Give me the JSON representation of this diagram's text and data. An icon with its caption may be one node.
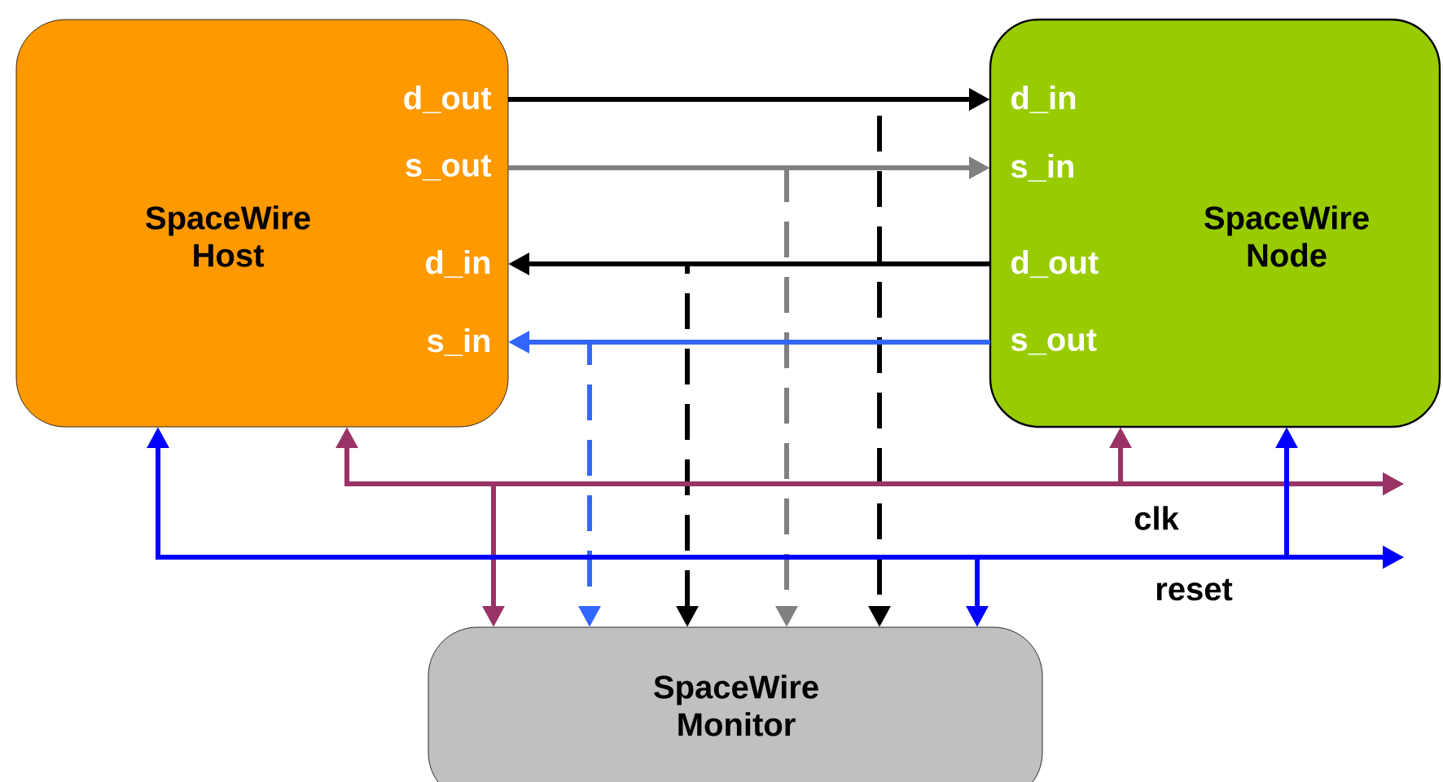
{
  "diagram": {
    "nodes": [
      {
        "text": [
          "SpaceWire Host"
        ]
      },
      {
        "text": [
          "d_out"
        ],
        "in": 0
      },
      {
        "text": [
          "s_out"
        ],
        "in": 0
      },
      {
        "text": [
          "d_in"
        ],
        "in": 0
      },
      {
        "text": [
          "s_in"
        ],
        "in": 0
      },
      {
        "text": [
          "SpaceWire Node"
        ]
      },
      {
        "text": [
          "d_in"
        ],
        "in": 5
      },
      {
        "text": [
          "s_in"
        ],
        "in": 5
      },
      {
        "text": [
          "d_out"
        ],
        "in": 5
      },
      {
        "text": [
          "s_out"
        ],
        "in": 5
      },
      {
        "text": [
          "SpaceWire Monitor"
        ]
      }
    ],
    "edges": [
      {
        "from": 1,
        "to": 6,
        "arrow": "to"
      },
      {
        "from": 1,
        "to": 10,
        "arrow": "to",
        "style": "dashed"
      },
      {
        "from": 2,
        "to": 7,
        "arrow": "to",
        "color": "#808080"
      },
      {
        "from": 2,
        "to": 10,
        "arrow": "to",
        "style": "dashed",
        "color": "#808080"
      },
      {
        "from": 8,
        "to": 3,
        "arrow": "to"
      },
      {
        "from": 8,
        "to": 10,
        "arrow": "to",
        "style": "dashed"
      },
      {
        "from": 9,
        "to": 4,
        "arrow": "to",
        "color": "#3366ff"
      },
      {
        "from": 9,
        "to": 10,
        "arrow": "to",
        "style": "dashed",
        "color": "#3366ff"
      },
      {
        "from": null,
        "to": 0,
        "arrow": "both",
        "color": "#993366"
      },
      {
        "from": null,
        "to": 5,
        "arrow": "both",
        "color": "#993366"
      },
      {
        "from": null,
        "to": 10,
        "arrow": "both",
        "color": "#993366"
      },
      {
        "from": null,
        "to": 0,
        "arrow": "both",
        "color": "#0000ff"
      },
      {
        "from": null,
        "to": 5,
        "arrow": "both",
        "color": "#0000ff"
      },
      {
        "from": null,
        "to": 10,
        "arrow": "both",
        "color": "#0000ff"
      }
    ],
    "labels": [
      "clk",
      "reset"
    ]
  }
}
